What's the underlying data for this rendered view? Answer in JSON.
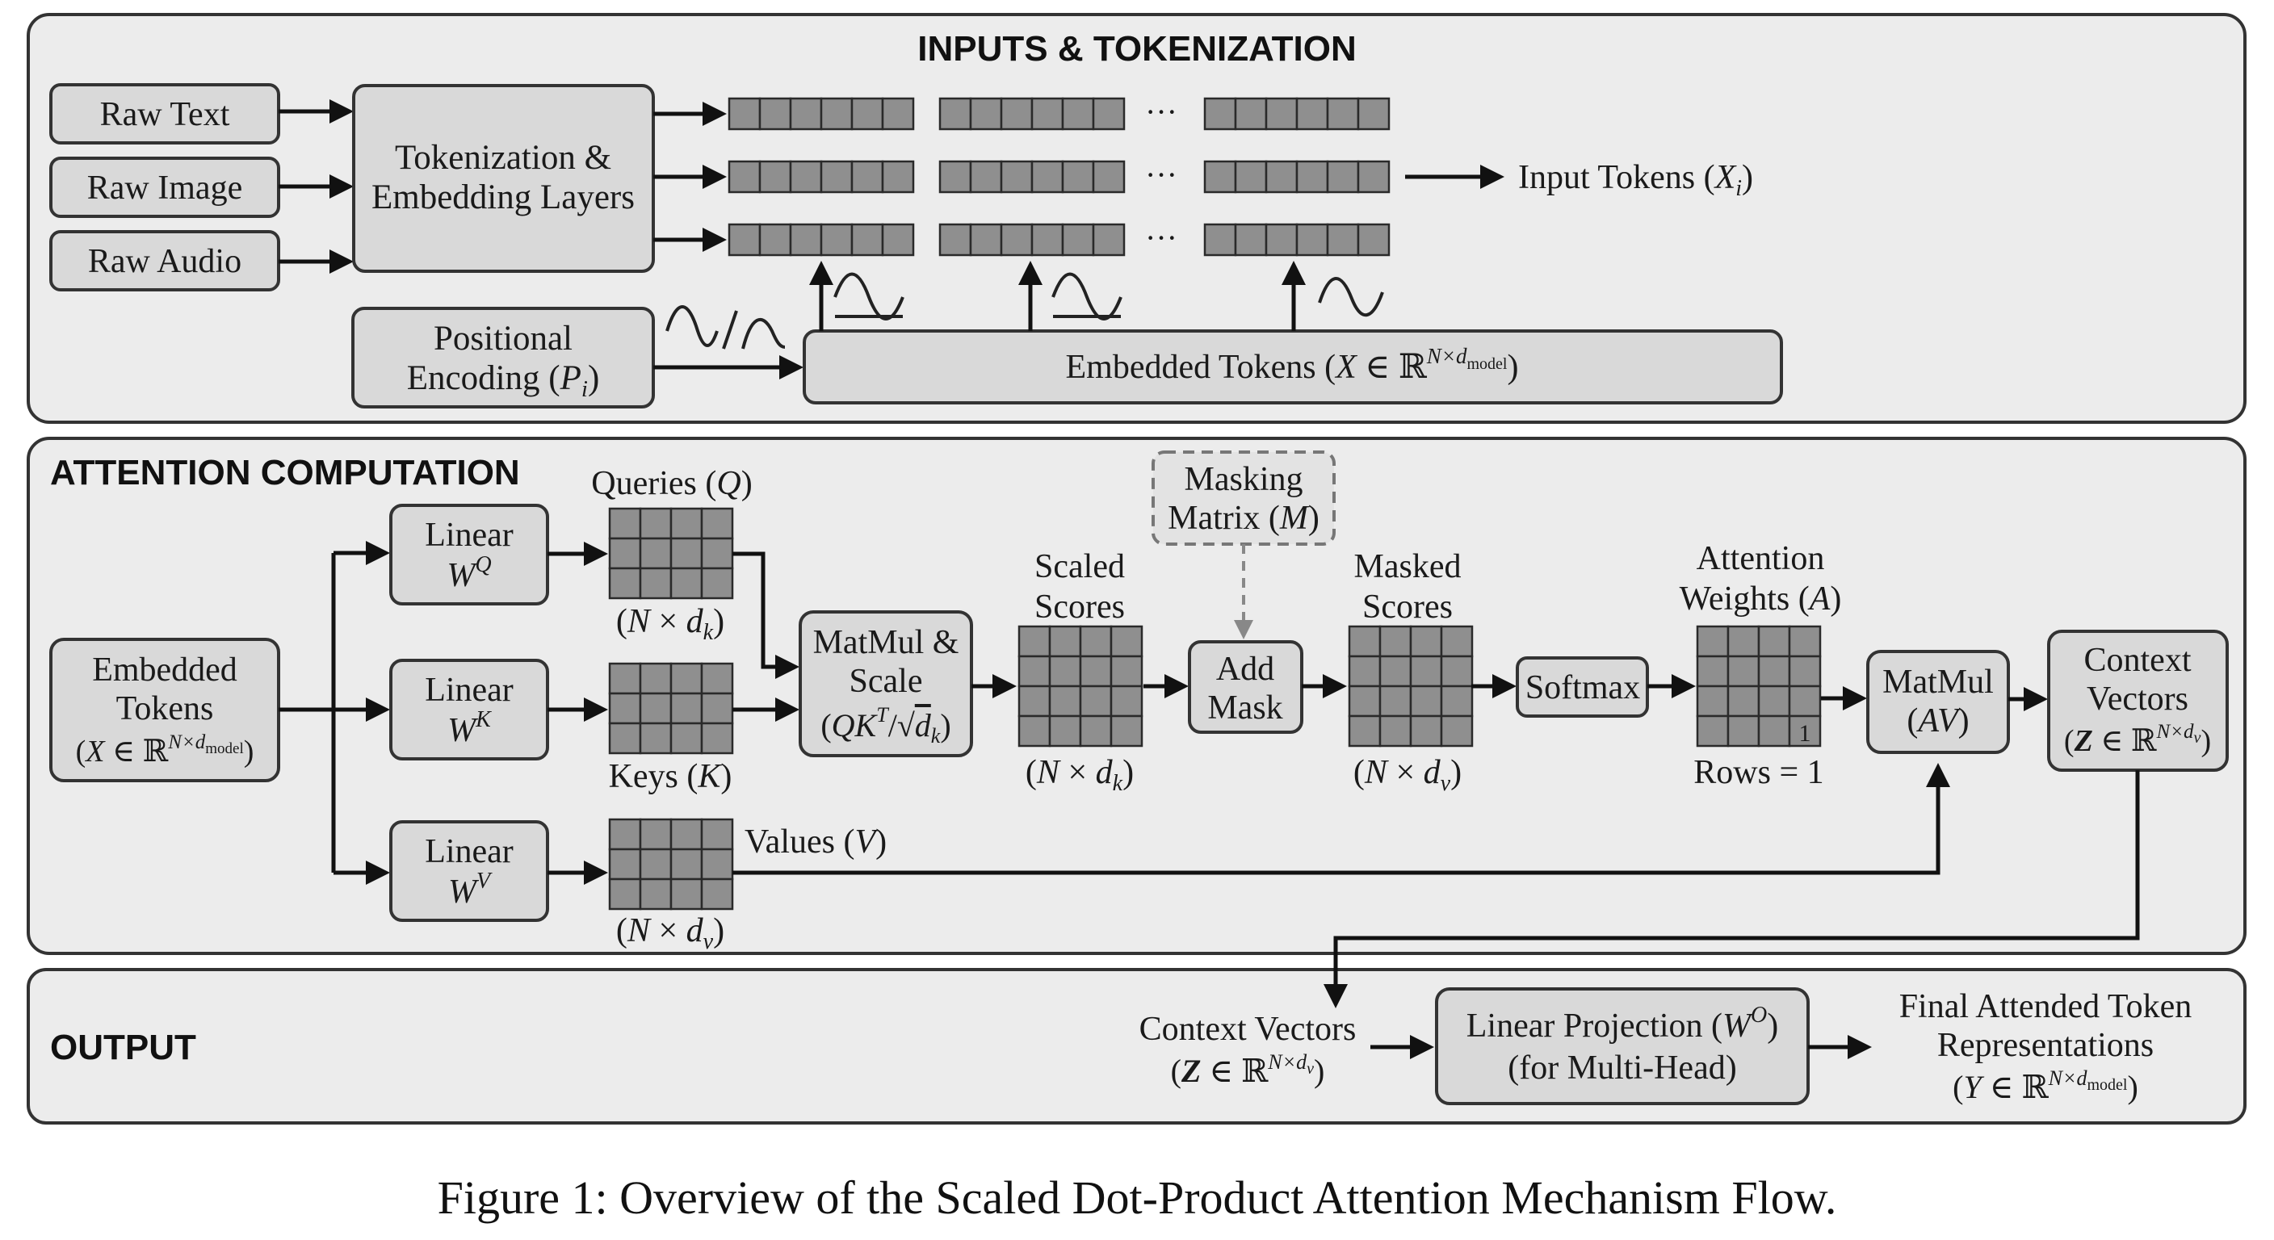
{
  "sections": {
    "inputs": "INPUTS & TOKENIZATION",
    "attention": "ATTENTION COMPUTATION",
    "output": "OUTPUT"
  },
  "inputs": {
    "raw_text": "Raw Text",
    "raw_image": "Raw Image",
    "raw_audio": "Raw Audio",
    "tokenization_line1": "Tokenization &",
    "tokenization_line2": "Embedding Layers",
    "ellipsis": "···",
    "input_tokens_prefix": "Input Tokens (",
    "input_tokens_var": "X",
    "input_tokens_sub": "i",
    "input_tokens_suffix": ")",
    "positional_line1": "Positional",
    "positional_line2_prefix": "Encoding (",
    "positional_var": "P",
    "positional_sub": "i",
    "positional_suffix": ")",
    "embedded_prefix": "Embedded Tokens (",
    "embedded_var": "X",
    "embedded_in": " ∈ ℝ",
    "embedded_sup_n": "N×d",
    "embedded_sup_sub": "model",
    "embedded_suffix": ")"
  },
  "attention": {
    "embedded_line1": "Embedded",
    "embedded_line2": "Tokens",
    "embedded_line3_prefix": "(",
    "embedded_var": "X",
    "embedded_in": " ∈ ℝ",
    "embedded_sup_n": "N×d",
    "embedded_sup_sub": "model",
    "embedded_suffix": ")",
    "linear": "Linear",
    "wq_base": "W",
    "wq_sup": "Q",
    "wk_base": "W",
    "wk_sup": "K",
    "wv_base": "W",
    "wv_sup": "V",
    "queries_prefix": "Queries (",
    "queries_var": "Q",
    "queries_suffix": ")",
    "keys_prefix": "Keys (",
    "keys_var": "K",
    "keys_suffix": ")",
    "values_prefix": "Values (",
    "values_var": "V",
    "values_suffix": ")",
    "dim_nk_prefix": "(",
    "dim_n": "N",
    "dim_times": " × ",
    "dim_d": "d",
    "dim_k": "k",
    "dim_v": "v",
    "dim_suffix": ")",
    "matmul_line1": "MatMul &",
    "matmul_line2": "Scale",
    "matmul_formula_open": "(",
    "matmul_qk": "QK",
    "matmul_t": "T",
    "matmul_slash": "/",
    "matmul_sqrt": "√",
    "matmul_dk_d": "d",
    "matmul_dk_k": "k",
    "matmul_formula_close": ")",
    "scaled_line1": "Scaled",
    "scaled_line2": "Scores",
    "masking_line1": "Masking",
    "masking_line2_prefix": "Matrix (",
    "masking_var": "M",
    "masking_suffix": ")",
    "add_mask_line1": "Add",
    "add_mask_line2": "Mask",
    "masked_line1": "Masked",
    "masked_line2": "Scores",
    "softmax": "Softmax",
    "weights_line1": "Attention",
    "weights_line2_prefix": "Weights (",
    "weights_var": "A",
    "weights_suffix": ")",
    "weights_cell_value": "1",
    "rows_label": "Rows = 1",
    "matmul_av_line1": "MatMul",
    "matmul_av_line2_open": "(",
    "matmul_av_var": "AV",
    "matmul_av_close": ")",
    "context_line1": "Context",
    "context_line2": "Vectors",
    "context_line3_open": "(",
    "context_var": "Z",
    "context_in": " ∈ ℝ",
    "context_sup_n": "N×d",
    "context_sup_sub": "v",
    "context_close": ")"
  },
  "output": {
    "context_line1": "Context Vectors",
    "context_line2_open": "(",
    "context_var": "Z",
    "context_in": " ∈ ℝ",
    "context_sup_n": "N×d",
    "context_sup_sub": "v",
    "context_close": ")",
    "projection_line1_prefix": "Linear Projection (",
    "projection_var": "W",
    "projection_sup": "O",
    "projection_suffix": ")",
    "projection_line2": "(for Multi-Head)",
    "final_line1": "Final Attended Token",
    "final_line2": "Representations",
    "final_line3_open": "(",
    "final_var": "Y",
    "final_in": " ∈ ℝ",
    "final_sup_n": "N×d",
    "final_sup_sub": "model",
    "final_close": ")"
  },
  "caption": "Figure 1: Overview of the Scaled Dot-Product Attention Mechanism Flow."
}
